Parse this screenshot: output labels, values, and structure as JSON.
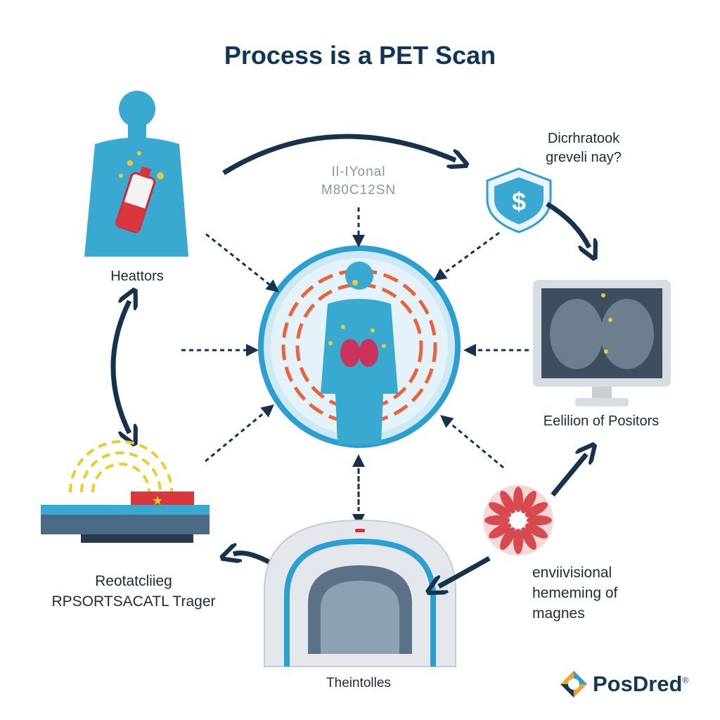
{
  "title": "Process is a PET Scan",
  "center_label": {
    "line1": "Il-IYonal",
    "line2": "M80C12SN"
  },
  "nodes": {
    "top_left": {
      "label": "Heattors",
      "icon": "patient-with-tracer-icon"
    },
    "top_right": {
      "line1": "Dicrhratook",
      "line2": "greveli nay?",
      "icon": "shield-dollar-icon"
    },
    "right": {
      "label": "Eelilion of Positors",
      "icon": "monitor-lung-scan-icon"
    },
    "bottom_right": {
      "line1": "enviivisional",
      "line2": "hememing of",
      "line3": "magnes",
      "icon": "radial-flower-icon"
    },
    "bottom_center": {
      "label": "Theintolles",
      "icon": "pet-scanner-tunnel-icon"
    },
    "bottom_left": {
      "line1": "Reotatcliieg",
      "line2": "RPSORTSACATL Trager",
      "icon": "scanner-bed-icon"
    },
    "center": {
      "icon": "body-in-scanner-ring-icon"
    }
  },
  "brand": {
    "name": "PosDred",
    "mark": "®"
  },
  "colors": {
    "title": "#0f3656",
    "arrow": "#17324d",
    "body": "#3aa9d1",
    "ring_fill": "#cde9f4",
    "ring_stroke": "#2a9fd0",
    "signal": "#e8643c",
    "tracer": "#f2c92b",
    "label_gray": "#8a96a1"
  }
}
